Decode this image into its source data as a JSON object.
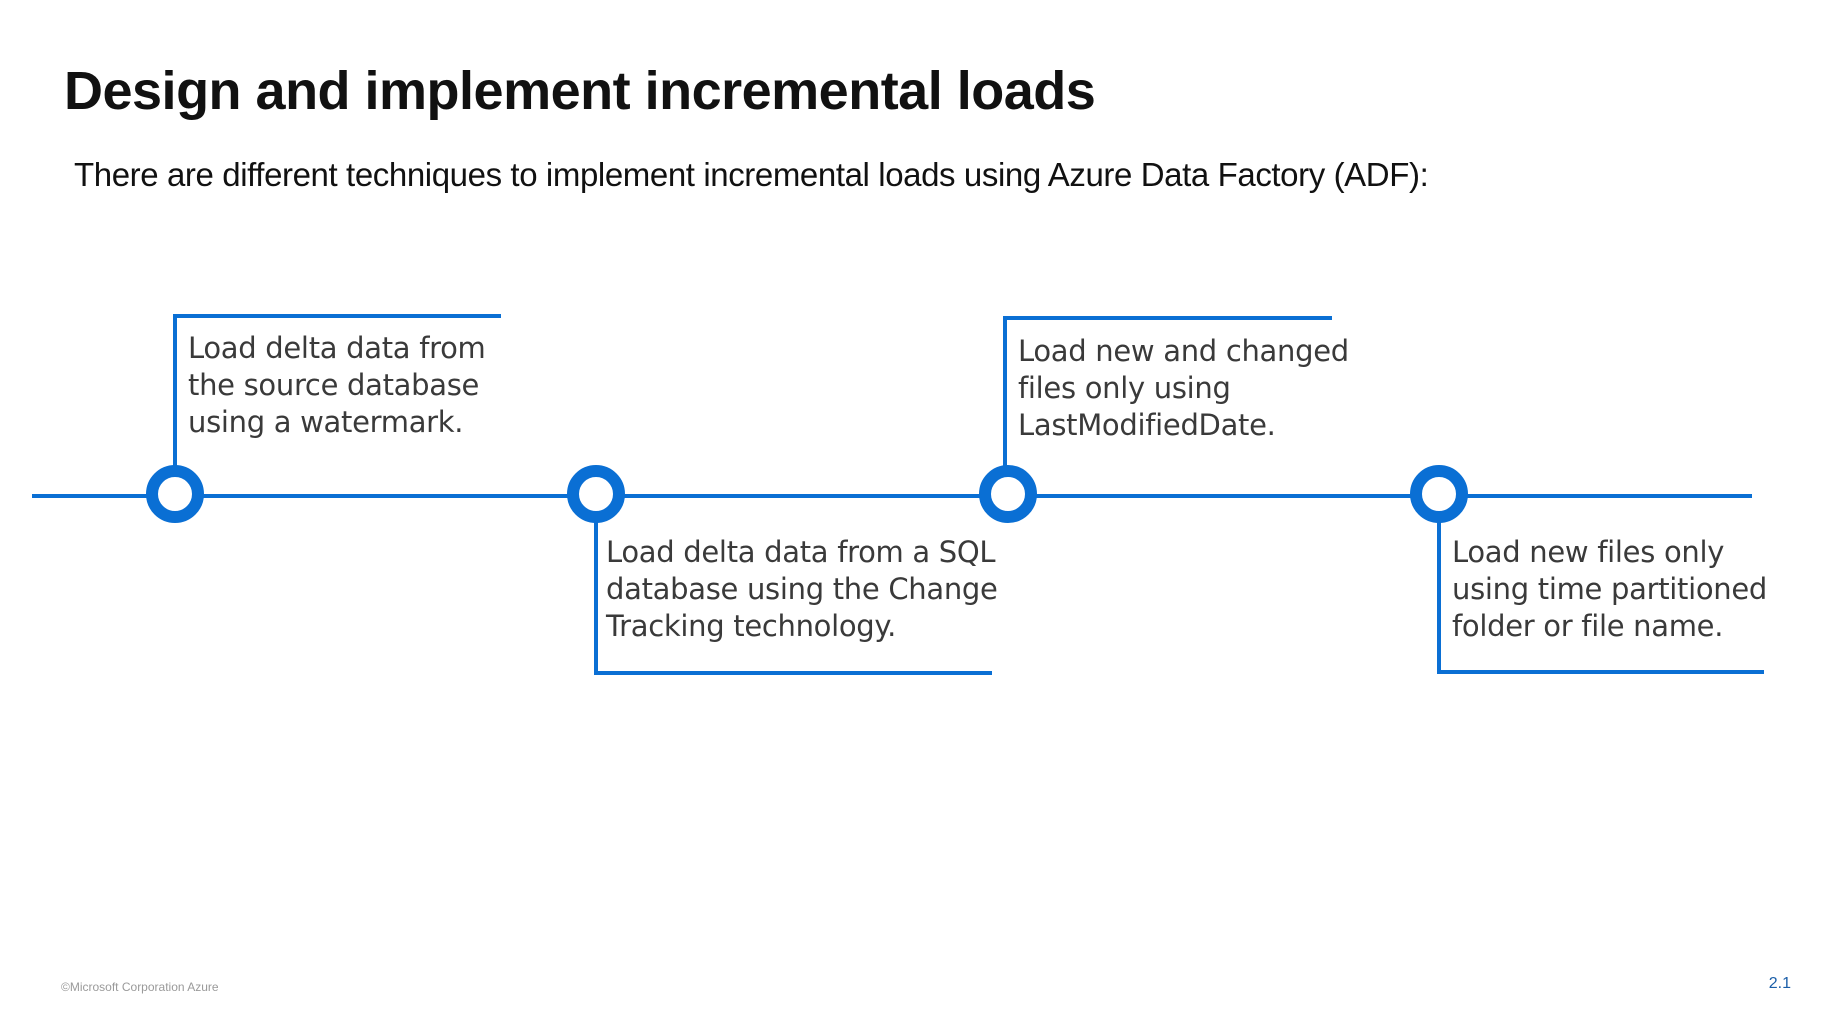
{
  "slide": {
    "title": "Design and implement incremental loads",
    "subtitle": "There are different techniques to implement incremental loads using Azure Data Factory (ADF):",
    "footer": "©Microsoft Corporation Azure",
    "page_number": "2.1"
  },
  "timeline": {
    "accent_color": "#0a6fd4",
    "steps": [
      {
        "text": "Load delta data from\nthe source database\nusing a watermark.",
        "position": "above"
      },
      {
        "text": "Load delta data from a SQL\ndatabase using the Change\nTracking technology.",
        "position": "below"
      },
      {
        "text": "Load new and changed\nfiles only using\nLastModifiedDate.",
        "position": "above"
      },
      {
        "text": "Load new files only\nusing time partitioned\nfolder or file name.",
        "position": "below"
      }
    ]
  }
}
